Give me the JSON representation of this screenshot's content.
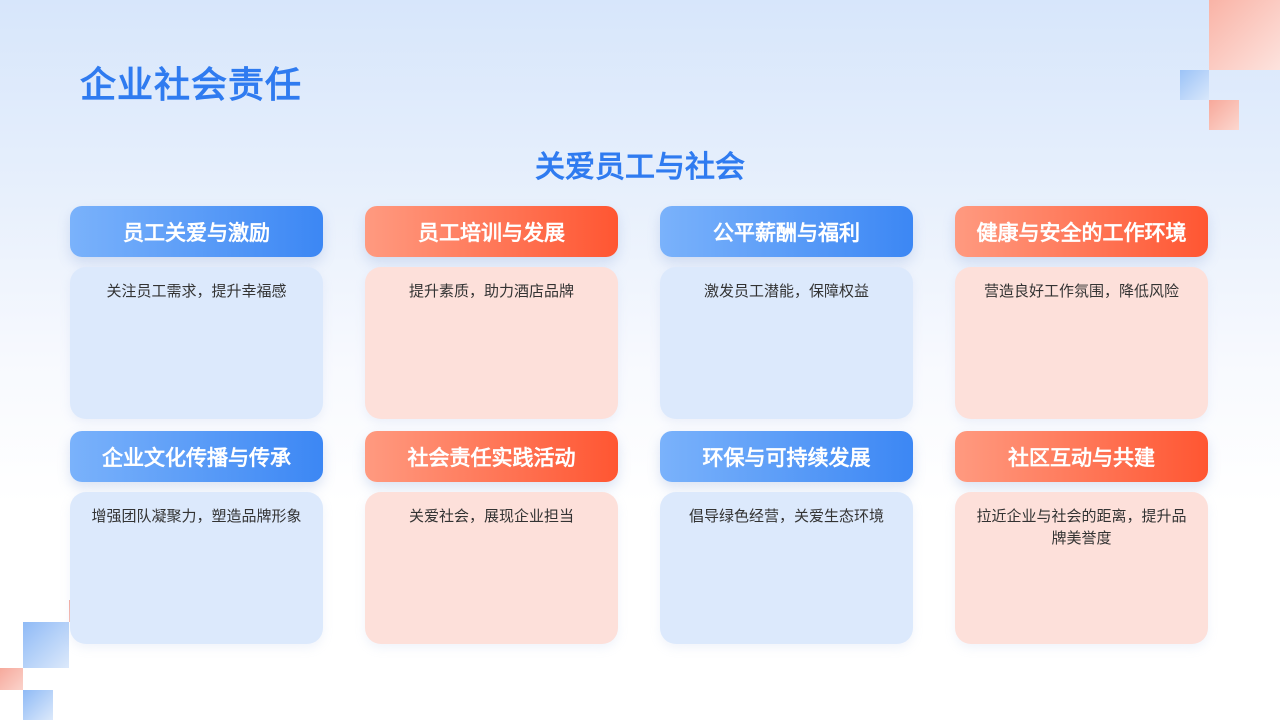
{
  "page": {
    "title": "企业社会责任",
    "section_title": "关爱员工与社会"
  },
  "cards": [
    {
      "title": "员工关爱与激励",
      "text": "关注员工需求，提升幸福感"
    },
    {
      "title": "员工培训与发展",
      "text": "提升素质，助力酒店品牌"
    },
    {
      "title": "公平薪酬与福利",
      "text": "激发员工潜能，保障权益"
    },
    {
      "title": "健康与安全的工作环境",
      "text": "营造良好工作氛围，降低风险"
    },
    {
      "title": "企业文化传播与传承",
      "text": "增强团队凝聚力，塑造品牌形象"
    },
    {
      "title": "社会责任实践活动",
      "text": "关爱社会，展现企业担当"
    },
    {
      "title": "环保与可持续发展",
      "text": "倡导绿色经营，关爱生态环境"
    },
    {
      "title": "社区互动与共建",
      "text": "拉近企业与社会的距离，提升品牌美誉度"
    }
  ],
  "colors": {
    "title_blue": "#2f7bf0",
    "blue_accent": "#3c87f4",
    "red_accent": "#ff5632",
    "blue_body": "#dce9fc",
    "red_body": "#fde0da"
  }
}
